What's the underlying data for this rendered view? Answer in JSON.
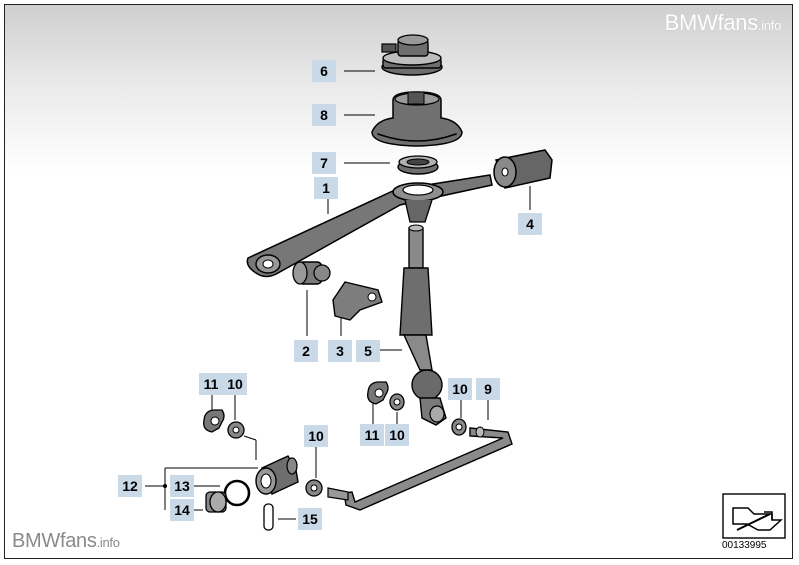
{
  "watermark_top": {
    "brand": "BMWfans",
    "suffix": ".info"
  },
  "watermark_bottom": {
    "brand": "BMWfans",
    "suffix": ".info"
  },
  "diagram_code": "00133995",
  "callouts": {
    "c6": "6",
    "c8": "8",
    "c7": "7",
    "c1": "1",
    "c4": "4",
    "c2": "2",
    "c3": "3",
    "c5": "5",
    "c11a": "11",
    "c10a": "10",
    "c10b": "10",
    "c9": "9",
    "c11b": "11",
    "c10c": "10",
    "c10d": "10",
    "c12": "12",
    "c13": "13",
    "c14": "14",
    "c15": "15"
  },
  "colors": {
    "callout_bg": "#c9d9e8",
    "part_fill": "#6e6e6e",
    "stroke": "#000000"
  },
  "icons": {
    "corner": "arrow-folder-icon"
  }
}
